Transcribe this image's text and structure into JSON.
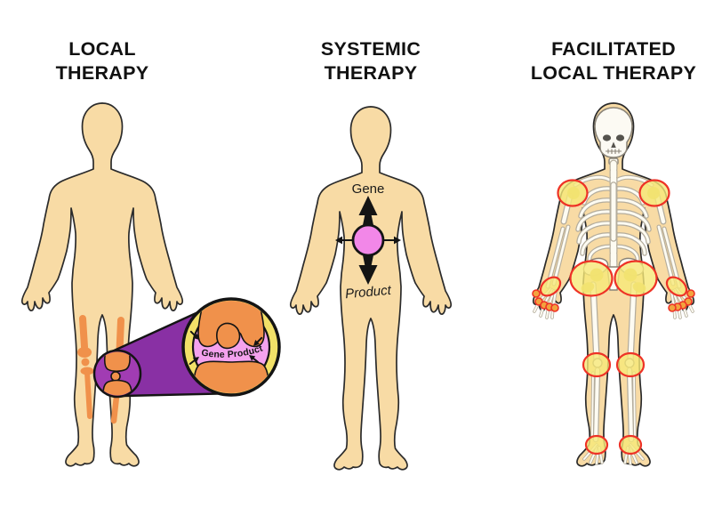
{
  "panels": [
    {
      "title_line1": "LOCAL",
      "title_line2": "THERAPY",
      "figure": "human-silhouette-with-knee-magnifier"
    },
    {
      "title_line1": "SYSTEMIC",
      "title_line2": "THERAPY",
      "figure": "human-silhouette-with-distribution-arrows"
    },
    {
      "title_line1": "FACILITATED",
      "title_line2": "LOCAL THERAPY",
      "figure": "human-skeleton-with-highlighted-joints"
    }
  ],
  "labels": {
    "gene": "Gene",
    "product": "Product",
    "gene_product": "Gene Product"
  },
  "colors": {
    "skin": "#F8DBA5",
    "outline": "#2B2B2B",
    "bone_orange": "#F0914B",
    "magnifier_ring_yellow": "#F2E168",
    "magnifier_inner_pink": "#F4A2EE",
    "magnifier_cone_purple": "#8930A4",
    "knee_marker_purple": "#A13CB3",
    "systemic_circle_pink": "#F287E8",
    "joint_highlight_yellow": "#F6E878",
    "joint_highlight_red": "#EE3226",
    "knuckle_orange": "#F2A43E",
    "skeleton_bone": "#FDFBF2",
    "arrow_black": "#141414"
  }
}
